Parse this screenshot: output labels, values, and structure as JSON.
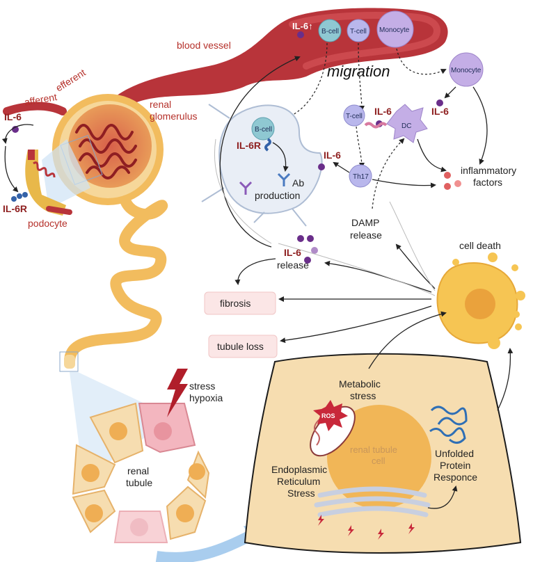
{
  "labels": {
    "blood_vessel": "blood vessel",
    "afferent": "afferent",
    "efferent": "efferent",
    "renal_glomerulus": "renal\nglomerulus",
    "il6_left": "IL-6",
    "il6r_left": "IL-6R",
    "podocyte": "podocyte",
    "il6_vessel": "IL-6",
    "b_cell": "B-cell",
    "t_cell": "T-cell",
    "monocyte": "Monocyte",
    "migration": "migration",
    "monocyte_out": "Monocyte",
    "il6_mono": "IL-6",
    "lymph_b_cell": "B-cell",
    "il6r_lymph": "IL-6R",
    "ab_production": "Ab\nproduction",
    "t_cell_2": "T-cell",
    "il6_dc": "IL-6",
    "dc": "DC",
    "il6_th17": "IL-6",
    "th17": "Th17",
    "inflammatory_factors": "inflammatory\nfactors",
    "damp_release": "DAMP\nrelease",
    "cell_death": "cell death",
    "il6_release_il6": "IL-6",
    "il6_release_word": "release",
    "fibrosis": "fibrosis",
    "tubule_loss": "tubule loss",
    "stress_hypoxia": "stress\nhypoxia",
    "renal_tubule": "renal\ntubule",
    "metabolic_stress": "Metabolic\nstress",
    "ros": "ROS",
    "renal_tubule_cell": "renal tubule\ncell",
    "unfolded_protein": "Unfolded\nProtein\nResponce",
    "er_stress": "Endoplasmic\nReticulum\nStress"
  },
  "colors": {
    "vessel": "#b8343a",
    "vessel_light": "#d8585c",
    "tubule": "#f2bc5e",
    "glomerulus": "#e07a4a",
    "cell_fill": "#f6ddb0",
    "nucleus": "#efae54",
    "stressed_cell": "#f3b6bf",
    "lymph": "#e9eef6",
    "b_cell": "#8fc8d2",
    "t_cell": "#b9b7ec",
    "monocyte": "#c4aee6",
    "il6_dot": "#6a2e8a",
    "dead_cell": "#f6c553",
    "box_fill": "#fbe6e6",
    "box_border": "#f0c6c6",
    "il6_red": "#8e1f1f"
  },
  "icons": [
    "lightning-icon",
    "antibody-icon",
    "receptor-icon",
    "mitochondrion-icon",
    "er-icon",
    "protein-icon"
  ]
}
